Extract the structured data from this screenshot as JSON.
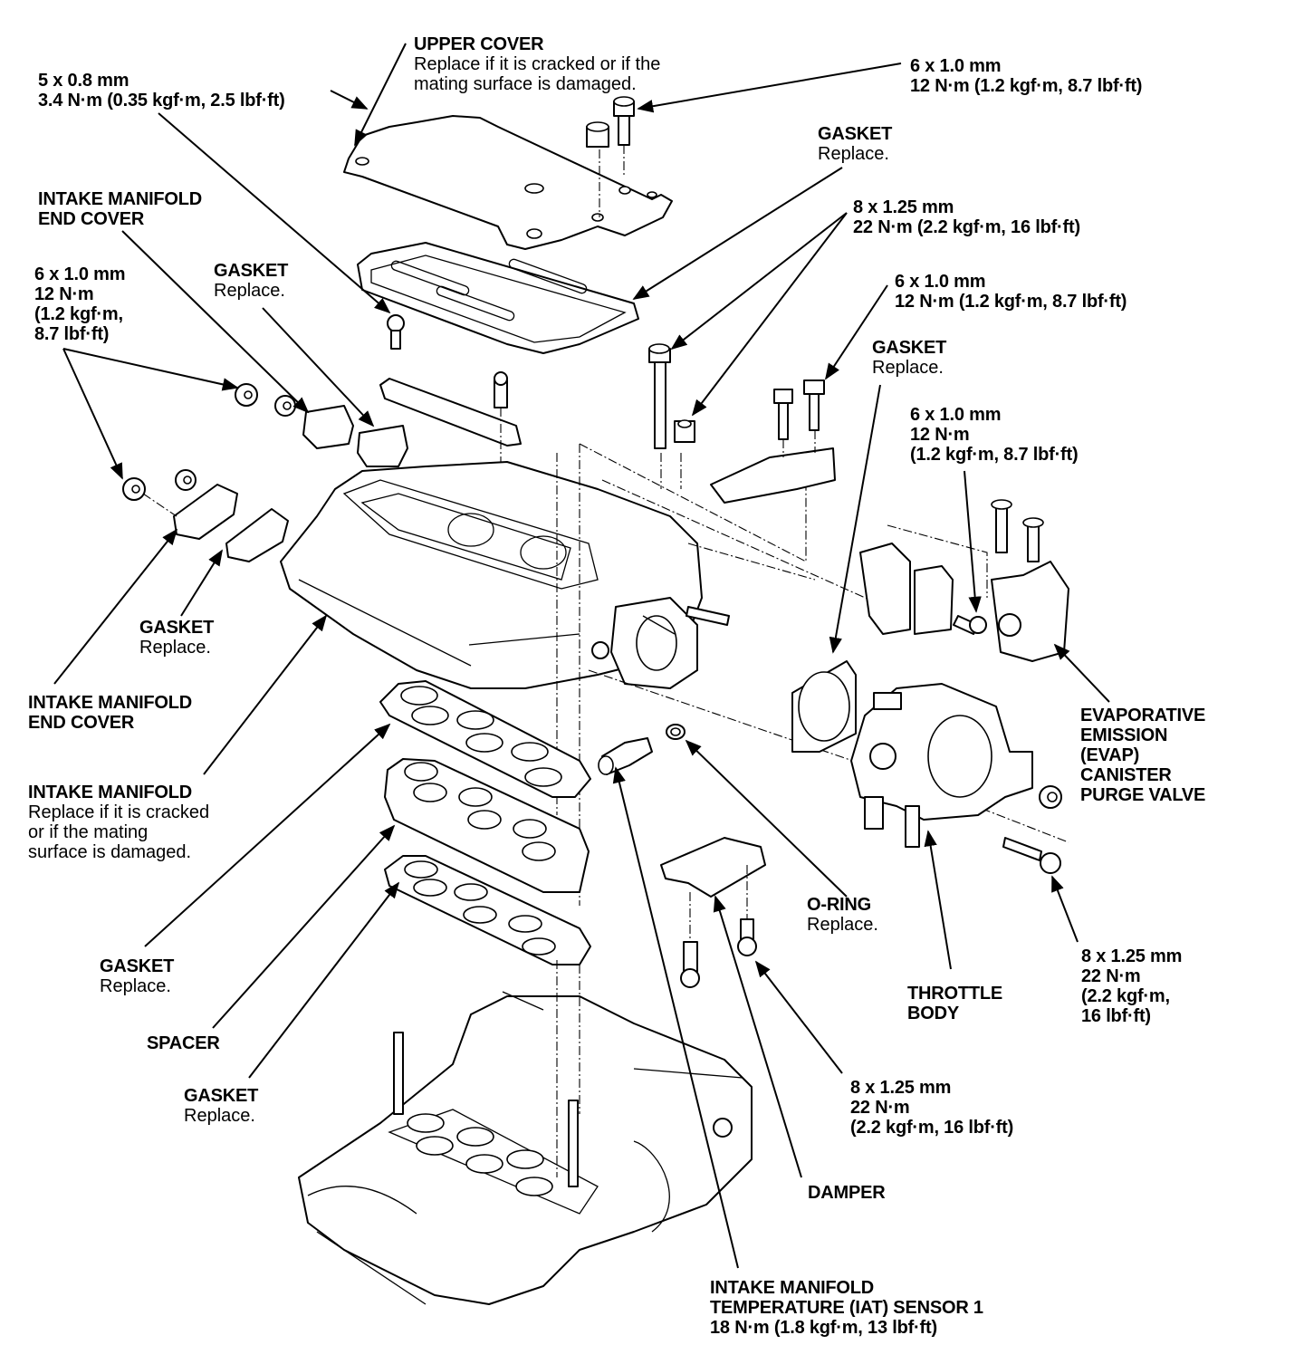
{
  "diagram": {
    "subject": "Intake manifold exploded view",
    "palette": {
      "ink": "#000000",
      "paper": "#ffffff"
    }
  },
  "labels": {
    "upper_cover": {
      "title": "UPPER COVER",
      "note_lines": [
        "Replace if it is cracked or if the",
        "mating surface is damaged."
      ]
    },
    "bolt_5x08": {
      "lines": [
        "5 x 0.8 mm",
        "3.4 N·m (0.35 kgf·m, 2.5 lbf·ft)"
      ]
    },
    "bolt_top_right_6x10": {
      "lines": [
        "6 x 1.0 mm",
        "12 N·m (1.2 kgf·m, 8.7 lbf·ft)"
      ]
    },
    "gasket_upper": {
      "title": "GASKET",
      "note": "Replace."
    },
    "bolt_8x125_top": {
      "lines": [
        "8 x 1.25 mm",
        "22 N·m (2.2 kgf·m, 16 lbf·ft)"
      ]
    },
    "end_cover_top": {
      "lines": [
        "INTAKE MANIFOLD",
        "END COVER"
      ]
    },
    "bolt_left_6x10": {
      "lines": [
        "6 x 1.0 mm",
        "12 N·m",
        "(1.2 kgf·m,",
        "8.7 lbf·ft)"
      ]
    },
    "gasket_end_top": {
      "title": "GASKET",
      "note": "Replace."
    },
    "bolt_mid_right_6x10": {
      "lines": [
        "6 x 1.0 mm",
        "12 N·m (1.2 kgf·m, 8.7 lbf·ft)"
      ]
    },
    "gasket_throttle": {
      "title": "GASKET",
      "note": "Replace."
    },
    "bolt_evap_6x10": {
      "lines": [
        "6 x 1.0 mm",
        "12 N·m",
        "(1.2 kgf·m, 8.7 lbf·ft)"
      ]
    },
    "gasket_end_bottom": {
      "title": "GASKET",
      "note": "Replace."
    },
    "end_cover_bottom": {
      "lines": [
        "INTAKE MANIFOLD",
        "END COVER"
      ]
    },
    "evap_valve": {
      "lines": [
        "EVAPORATIVE",
        "EMISSION",
        "(EVAP)",
        "CANISTER",
        "PURGE VALVE"
      ]
    },
    "intake_manifold": {
      "title": "INTAKE MANIFOLD",
      "note_lines": [
        "Replace if it is cracked",
        "or if the mating",
        "surface is damaged."
      ]
    },
    "o_ring": {
      "title": "O-RING",
      "note": "Replace."
    },
    "gasket_lower_1": {
      "title": "GASKET",
      "note": "Replace."
    },
    "throttle_body": {
      "lines": [
        "THROTTLE",
        "BODY"
      ]
    },
    "bolt_throttle_8x125": {
      "lines": [
        "8 x 1.25 mm",
        "22 N·m",
        "(2.2 kgf·m,",
        "16 lbf·ft)"
      ]
    },
    "spacer": {
      "lines": [
        "SPACER"
      ]
    },
    "gasket_lower_2": {
      "title": "GASKET",
      "note": "Replace."
    },
    "bolt_damper_8x125": {
      "lines": [
        "8 x 1.25 mm",
        "22 N·m",
        "(2.2 kgf·m, 16 lbf·ft)"
      ]
    },
    "damper": {
      "lines": [
        "DAMPER"
      ]
    },
    "iat_sensor": {
      "lines": [
        "INTAKE MANIFOLD",
        "TEMPERATURE (IAT) SENSOR 1",
        "18 N·m (1.8 kgf·m, 13 lbf·ft)"
      ]
    }
  }
}
